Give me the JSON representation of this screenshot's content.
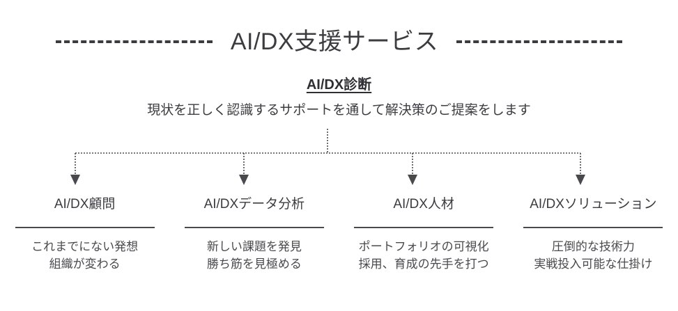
{
  "header": {
    "title": "AI/DX支援サービス",
    "left_rule": "dashed-rule-left",
    "right_rule": "dashed-rule-right"
  },
  "subhead": {
    "title": "AI/DX診断",
    "description": "現状を正しく認識するサポートを通して解決策のご提案をします"
  },
  "colors": {
    "text": "#3c3c40",
    "text_strong": "#2e2e33",
    "rule": "#4a4a4e",
    "background": "#ffffff"
  },
  "columns": [
    {
      "title": "AI/DX顧問",
      "lines": [
        "これまでにない発想",
        "組織が変わる"
      ]
    },
    {
      "title": "AI/DXデータ分析",
      "lines": [
        "新しい課題を発見",
        "勝ち筋を見極める"
      ]
    },
    {
      "title": "AI/DX人材",
      "lines": [
        "ポートフォリオの可視化",
        "採用、育成の先手を打つ"
      ]
    },
    {
      "title": "AI/DXソリューション",
      "lines": [
        "圧倒的な技術力",
        "実戦投入可能な仕掛け"
      ]
    }
  ]
}
